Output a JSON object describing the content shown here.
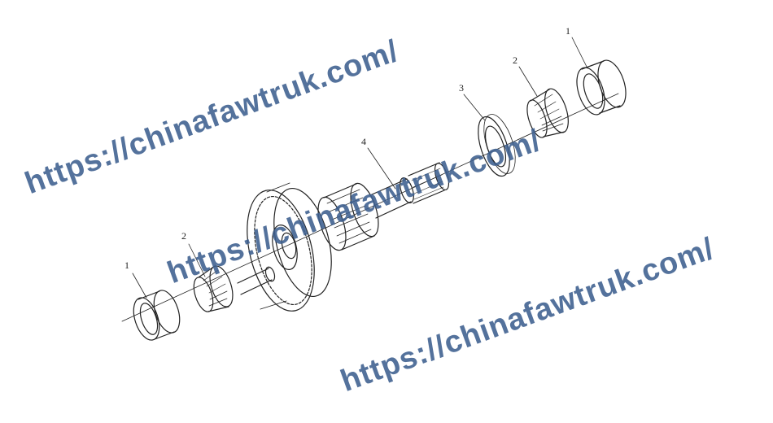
{
  "callouts": {
    "label_1_left": "1",
    "label_2_left": "2",
    "label_4": "4",
    "label_3": "3",
    "label_2_right": "2",
    "label_1_right": "1"
  },
  "watermark": {
    "text_1": "https://chinafawtruk.com/",
    "text_2": "https://chinafawtruk.com/",
    "text_3": "https://chinafawtruk.com/"
  },
  "colors": {
    "line": "#222222",
    "watermark": "#3d5f8f",
    "background": "#ffffff"
  }
}
